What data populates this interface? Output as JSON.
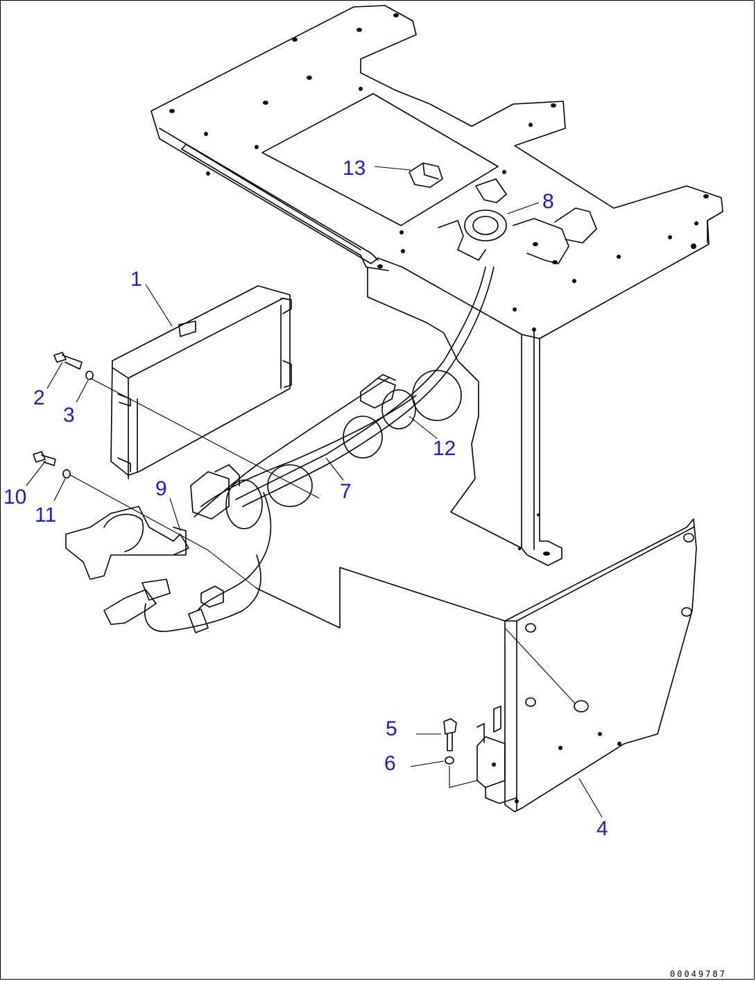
{
  "diagram": {
    "callout_color": "#1a1adc",
    "line_color": "#000000",
    "document_id": "00049787",
    "callouts": [
      {
        "label": "1"
      },
      {
        "label": "2"
      },
      {
        "label": "3"
      },
      {
        "label": "4"
      },
      {
        "label": "5"
      },
      {
        "label": "6"
      },
      {
        "label": "7"
      },
      {
        "label": "8"
      },
      {
        "label": "9"
      },
      {
        "label": "10"
      },
      {
        "label": "11"
      },
      {
        "label": "12"
      },
      {
        "label": "13"
      }
    ]
  }
}
